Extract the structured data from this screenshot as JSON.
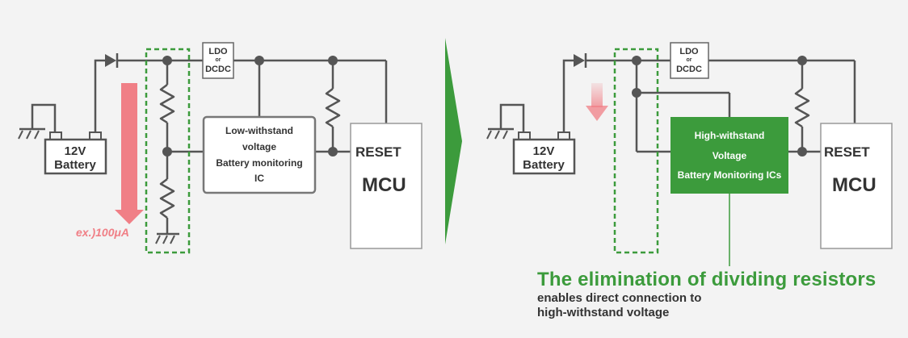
{
  "colors": {
    "wire": "#555555",
    "accent_green": "#3c9b3c",
    "chip_green": "#3c9b3c",
    "current_arrow": "#f07f86",
    "background": "#f3f3f3"
  },
  "left_circuit": {
    "battery_label_line1": "12V",
    "battery_label_line2": "Battery",
    "regulator_line1": "LDO",
    "regulator_line2": "or",
    "regulator_line3": "DCDC",
    "ic_line1": "Low-withstand",
    "ic_line2": "voltage",
    "ic_line3": "Battery monitoring",
    "ic_line4": "IC",
    "reset_label": "RESET",
    "mcu_label": "MCU",
    "current_note": "ex.)100μA"
  },
  "right_circuit": {
    "battery_label_line1": "12V",
    "battery_label_line2": "Battery",
    "regulator_line1": "LDO",
    "regulator_line2": "or",
    "regulator_line3": "DCDC",
    "ic_line1": "High-withstand",
    "ic_line2": "Voltage",
    "ic_line3": "Battery Monitoring ICs",
    "reset_label": "RESET",
    "mcu_label": "MCU"
  },
  "caption": {
    "title": "The elimination of dividing resistors",
    "line1": "enables direct connection to",
    "line2": "high-withstand voltage"
  }
}
